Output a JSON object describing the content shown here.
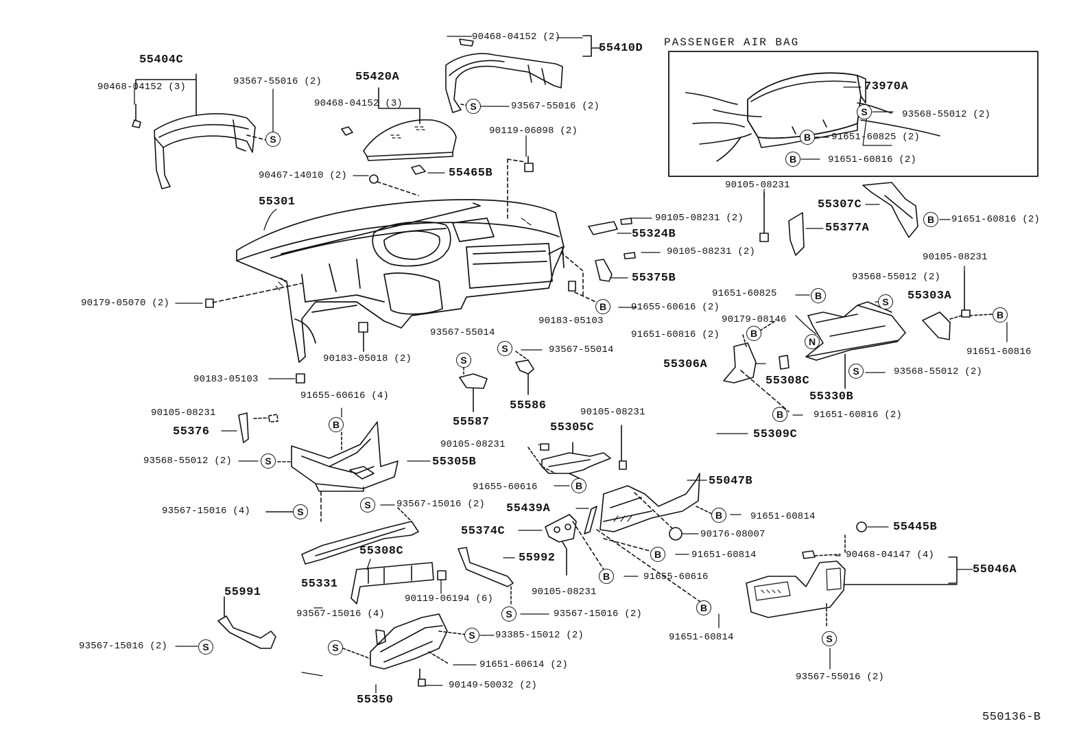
{
  "diagram": {
    "section_title": "PASSENGER AIR BAG",
    "drawing_code": "550136-B",
    "symbols": {
      "S": "S",
      "B": "B",
      "N": "N"
    },
    "labels": {
      "p55404C": "55404C",
      "p90468_3a": "90468-04152 (3)",
      "p93567_55016_2a": "93567-55016 (2)",
      "p55420A": "55420A",
      "p90468_3b": "90468-04152 (3)",
      "p90468_2": "90468-04152 (2)",
      "p55410D": "55410D",
      "p93567_55016_2b": "93567-55016 (2)",
      "p90119_06098": "90119-06098 (2)",
      "p90467": "90467-14010 (2)",
      "p55465B": "55465B",
      "p73970A": "73970A",
      "p93568_ab": "93568-55012 (2)",
      "p91651_60825_2": "91651-60825 (2)",
      "p91651_60816_ab": "91651-60816 (2)",
      "p55301": "55301",
      "p90105_top": "90105-08231",
      "p55307C": "55307C",
      "p91651_60816_r": "91651-60816 (2)",
      "p90105_a": "90105-08231 (2)",
      "p55324B": "55324B",
      "p55377A": "55377A",
      "p90105_b": "90105-08231 (2)",
      "p55375B": "55375B",
      "p90179_05070": "90179-05070 (2)",
      "p91655_60616_2": "91655-60616 (2)",
      "p90183_05103_a": "90183-05103",
      "p90105_r": "90105-08231",
      "p93568_r1": "93568-55012 (2)",
      "p91651_60825": "91651-60825",
      "p55303A": "55303A",
      "p90179_08146": "90179-08146",
      "p91651_60816_mid": "91651-60816 (2)",
      "p91651_60816_rr": "91651-60816",
      "p55306A": "55306A",
      "p55308C_r": "55308C",
      "p93568_r2": "93568-55012 (2)",
      "p55330B": "55330B",
      "p91651_60816_lo": "91651-60816 (2)",
      "p90183_05018": "90183-05018 (2)",
      "p93567_55014_a": "93567-55014",
      "p93567_55014_b": "93567-55014",
      "p90183_05103_b": "90183-05103",
      "p55586": "55586",
      "p55587": "55587",
      "p91655_60616_4": "91655-60616 (4)",
      "p90105_l": "90105-08231",
      "p55376": "55376",
      "p93568_l": "93568-55012 (2)",
      "p55305B": "55305B",
      "p90105_c1": "90105-08231",
      "p55305C": "55305C",
      "p90105_c2": "90105-08231",
      "p55309C": "55309C",
      "p91655_60616_c": "91655-60616",
      "p55047B": "55047B",
      "p93567_15016_4a": "93567-15016 (4)",
      "p93567_15016_2a": "93567-15016 (2)",
      "p55439A": "55439A",
      "p91651_60814_a": "91651-60814",
      "p55374C": "55374C",
      "p90176": "90176-08007",
      "p55445B": "55445B",
      "p91651_60814_b": "91651-60814",
      "p90468_04147": "90468-04147 (4)",
      "p55331": "55331",
      "p55308C": "55308C",
      "p55992": "55992",
      "p55046A": "55046A",
      "p91655_60616_d": "91655-60616",
      "p90105_d": "90105-08231",
      "p90119_06194": "90119-06194 (6)",
      "p55991": "55991",
      "p93567_15016_2b": "93567-15016 (2)",
      "p93567_15016_4b": "93567-15016 (4)",
      "p93385": "93385-15012 (2)",
      "p91651_60814_c": "91651-60814",
      "p93567_15016_2c": "93567-15016 (2)",
      "p91651_60614": "91651-60614 (2)",
      "p93567_55016_2c": "93567-55016 (2)",
      "p90149": "90149-50032 (2)",
      "p55350": "55350"
    }
  }
}
